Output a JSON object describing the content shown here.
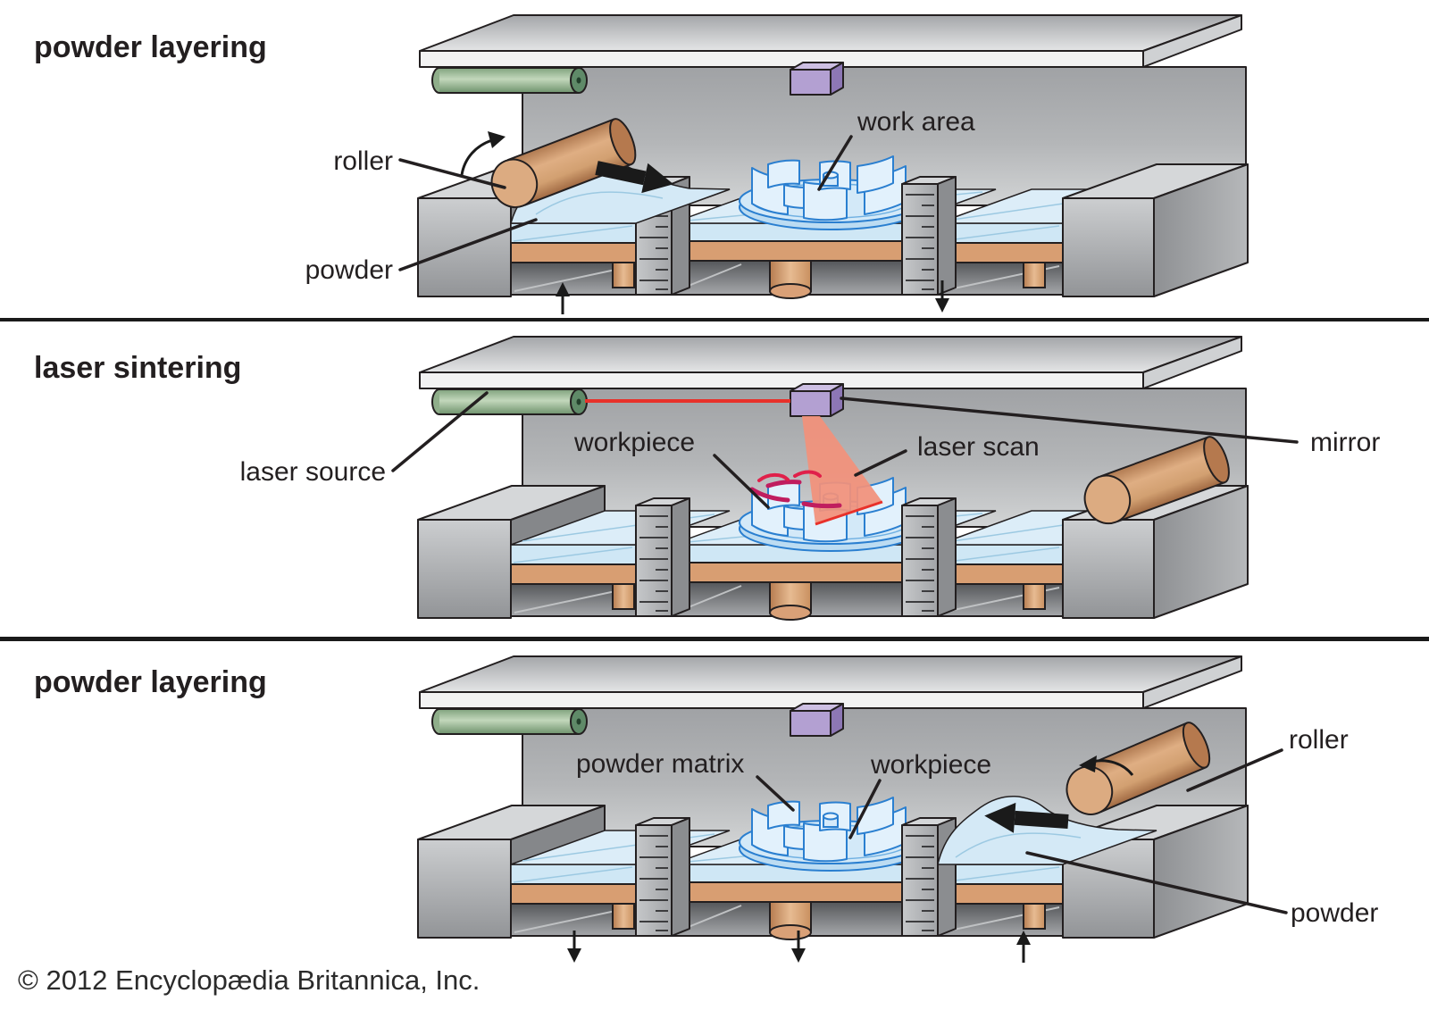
{
  "figure": {
    "panels": [
      {
        "title": "powder layering",
        "labels": {
          "roller": "roller",
          "powder": "powder",
          "work_area": "work area"
        },
        "motion_arrows": [
          "up-under-left-bin",
          "down-under-right-bin"
        ],
        "roller_position": "left"
      },
      {
        "title": "laser sintering",
        "labels": {
          "laser_source": "laser source",
          "workpiece": "workpiece",
          "laser_scan": "laser scan",
          "mirror": "mirror"
        },
        "motion_arrows": [],
        "roller_position": "parked-right"
      },
      {
        "title": "powder layering",
        "labels": {
          "powder_matrix": "powder matrix",
          "workpiece": "workpiece",
          "roller": "roller",
          "powder": "powder"
        },
        "motion_arrows": [
          "down-under-left-bin",
          "down-under-center-platform",
          "up-under-right-bin"
        ],
        "roller_position": "right"
      }
    ],
    "copyright": "© 2012 Encyclopædia Britannica, Inc.",
    "colors": {
      "background": "#ffffff",
      "outline": "#231f20",
      "wall_gray": "#a8aaac",
      "plate_gray": "#c9cbcd",
      "block_gray": "#b0b2b5",
      "laser_source_green": "#9dbd98",
      "mirror_purple": "#b3a0d2",
      "laser_red": "#e8312a",
      "laser_scan_salmon": "#f2917b",
      "powder_blue": "#d8ecf7",
      "workpiece_blue": "#2a7fd0",
      "sintered_magenta": "#c01d5e",
      "platform_tan": "#d89e72",
      "roller_tan": "#cf9565"
    }
  }
}
